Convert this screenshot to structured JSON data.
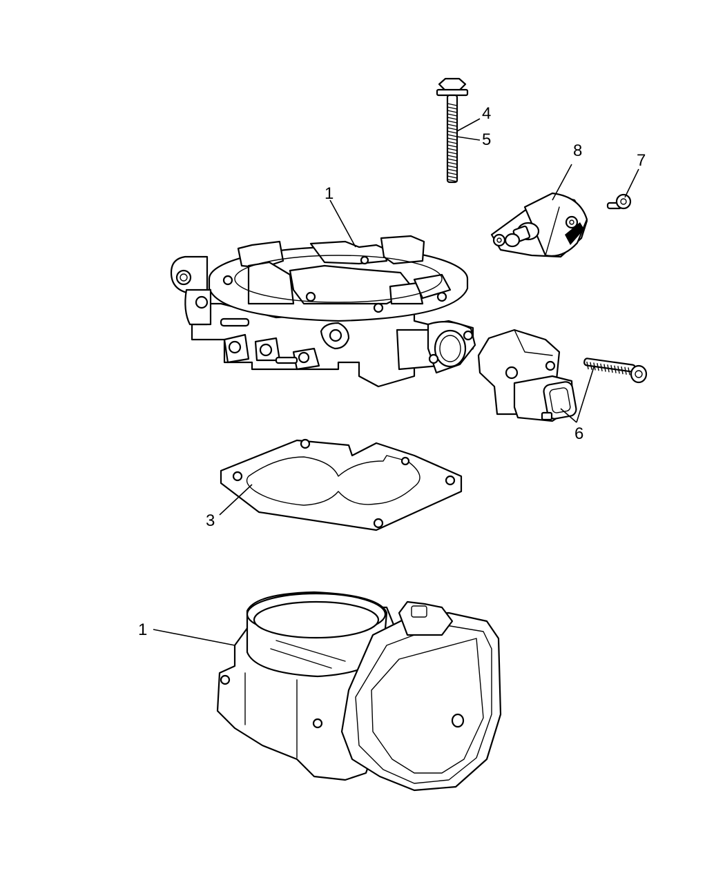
{
  "diagram": {
    "background": "#ffffff",
    "ink": "#000000",
    "parts": [
      {
        "id": "throttle-body-upper",
        "icon": "throttle-body-icon"
      },
      {
        "id": "bolt-long",
        "icon": "bolt-icon"
      },
      {
        "id": "idle-air-control-motor",
        "icon": "iac-motor-icon"
      },
      {
        "id": "screw-small",
        "icon": "screw-icon"
      },
      {
        "id": "throttle-position-sensor",
        "icon": "sensor-icon"
      },
      {
        "id": "screw-tps",
        "icon": "screw-icon"
      },
      {
        "id": "gasket",
        "icon": "gasket-icon"
      },
      {
        "id": "throttle-body-lower",
        "icon": "electronic-throttle-body-icon"
      }
    ],
    "callouts": [
      {
        "label": "1"
      },
      {
        "label": "4"
      },
      {
        "label": "5"
      },
      {
        "label": "8"
      },
      {
        "label": "7"
      },
      {
        "label": "6"
      },
      {
        "label": "3"
      },
      {
        "label": "1"
      }
    ]
  }
}
